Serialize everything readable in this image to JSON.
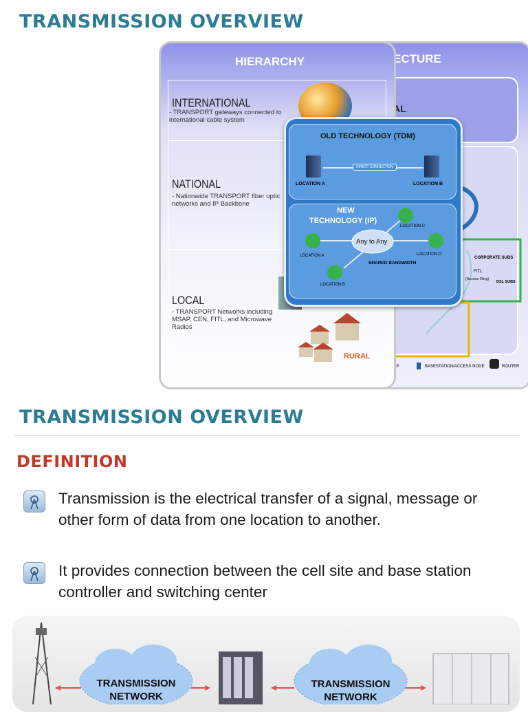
{
  "header": {
    "title": "TRANSMISSION OVERVIEW"
  },
  "diagram": {
    "hierarchy_title": "HIERARCHY",
    "architecture_title_fragment": "ECTURE",
    "international": {
      "heading": "INTERNATIONAL",
      "desc": "- TRANSPORT gateways connected to international cable system"
    },
    "national": {
      "heading": "NATIONAL",
      "desc": "- Nationwide TRANSPORT fiber optic networks and IP Backbone"
    },
    "local": {
      "heading": "LOCAL",
      "desc": "- TRANSPORT Networks including MSAP, CEN, FITL, and Microwave Radios"
    },
    "rural": "RURAL",
    "al_fragment": "AL",
    "corporate_subs": "CORPORATE SUBS",
    "fitl": "FITL",
    "access_ring": "(Access Ring)",
    "dsl_subs": "DSL SUBS",
    "legend": {
      "hp": "HP",
      "base": "BASESTATION/ACCESS NODE",
      "router": "ROUTER"
    },
    "old": {
      "title": "OLD TECHNOLOGY (TDM)",
      "link": "DIRECT CONNECTION",
      "loc_a": "LOCATION A",
      "loc_b": "LOCATION B"
    },
    "new": {
      "title_line1": "NEW",
      "title_line2": "TECHNOLOGY (IP)",
      "center": "Any to Any",
      "loc_a": "LOCATION A",
      "loc_b": "LOCATION B",
      "loc_c": "LOCATION C",
      "loc_d": "LOCATION D",
      "shared": "SHARED BANDWIDTH"
    }
  },
  "section": {
    "title": "TRANSMISSION OVERVIEW",
    "subtitle": "DEFINITION",
    "bullets": [
      {
        "icon": "antenna-icon",
        "text": "Transmission is the electrical transfer of a signal, message or other form of data from one location to another."
      },
      {
        "icon": "antenna-icon",
        "text": "It provides connection between the cell site and base station controller and switching center"
      }
    ]
  },
  "network_strip": {
    "cloud1_line1": "TRANSMISSION",
    "cloud1_line2": "NETWORK",
    "cloud2_line1": "TRANSMISSION",
    "cloud2_line2": "NETWORK",
    "arrow_color": "#d9534f"
  }
}
